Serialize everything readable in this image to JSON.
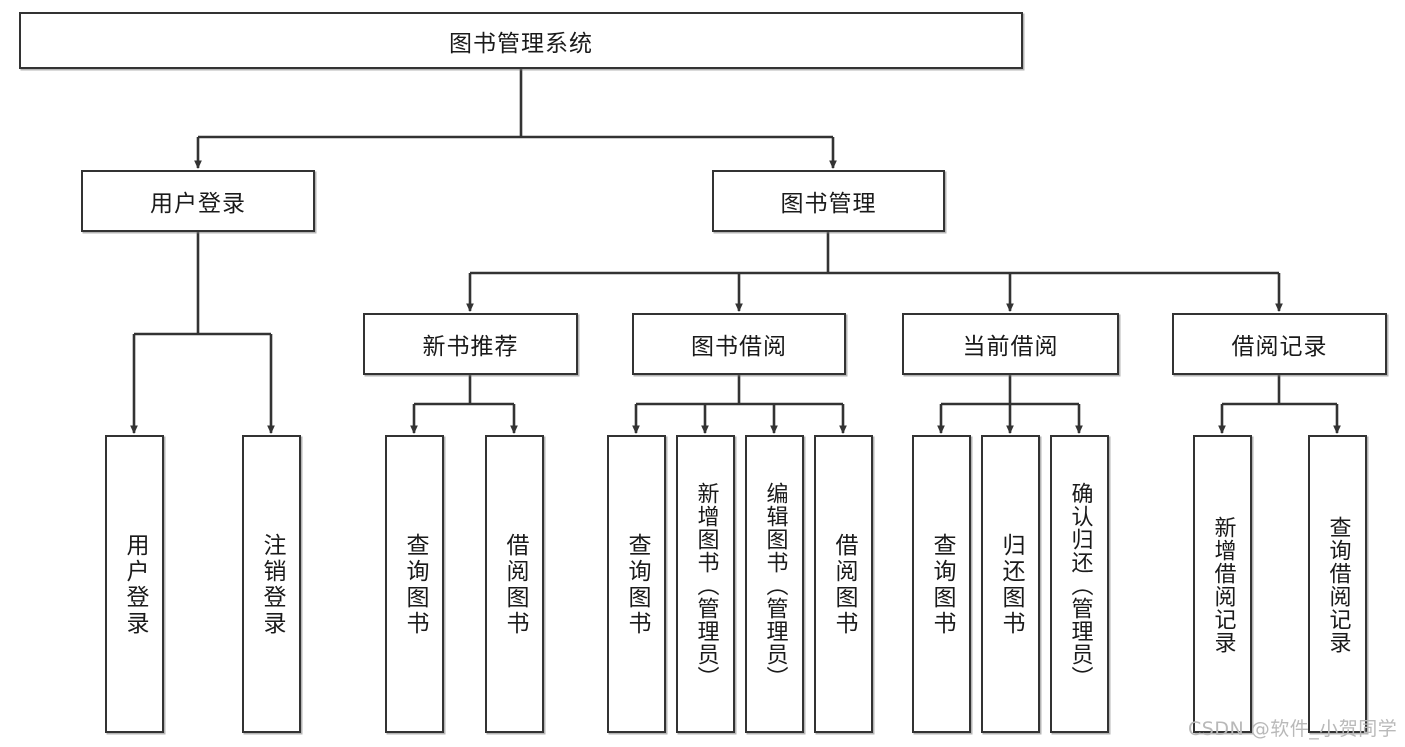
{
  "diagram": {
    "title": "图书管理系统",
    "type": "hierarchy-tree",
    "root": {
      "id": "root",
      "label": "图书管理系统"
    },
    "level2": [
      {
        "id": "user-login",
        "label": "用户登录"
      },
      {
        "id": "book-manage",
        "label": "图书管理"
      }
    ],
    "level3": [
      {
        "id": "new-book-recommend",
        "label": "新书推荐",
        "parent": "book-manage"
      },
      {
        "id": "book-borrow",
        "label": "图书借阅",
        "parent": "book-manage"
      },
      {
        "id": "current-borrow",
        "label": "当前借阅",
        "parent": "book-manage"
      },
      {
        "id": "borrow-record",
        "label": "借阅记录",
        "parent": "book-manage"
      }
    ],
    "leaves": {
      "user-login": [
        {
          "id": "leaf-user-login",
          "label": "用户登录"
        },
        {
          "id": "leaf-logout-login",
          "label": "注销登录"
        }
      ],
      "new-book-recommend": [
        {
          "id": "leaf-query-book-1",
          "label": "查询图书"
        },
        {
          "id": "leaf-borrow-book-1",
          "label": "借阅图书"
        }
      ],
      "book-borrow": [
        {
          "id": "leaf-query-book-2",
          "label": "查询图书"
        },
        {
          "id": "leaf-add-book-admin",
          "label": "新增图书（管理员）"
        },
        {
          "id": "leaf-edit-book-admin",
          "label": "编辑图书（管理员）"
        },
        {
          "id": "leaf-borrow-book-2",
          "label": "借阅图书"
        }
      ],
      "current-borrow": [
        {
          "id": "leaf-query-book-3",
          "label": "查询图书"
        },
        {
          "id": "leaf-return-book",
          "label": "归还图书"
        },
        {
          "id": "leaf-confirm-return-admin",
          "label": "确认归还（管理员）"
        }
      ],
      "borrow-record": [
        {
          "id": "leaf-add-borrow-record",
          "label": "新增借阅记录"
        },
        {
          "id": "leaf-query-borrow-record",
          "label": "查询借阅记录"
        }
      ]
    }
  },
  "watermark": {
    "text": "CSDN @软件_小贺同学"
  },
  "colors": {
    "stroke": "#333333",
    "fill": "#ffffff",
    "text": "#1a1a1a",
    "watermark": "#b9b9b9"
  }
}
